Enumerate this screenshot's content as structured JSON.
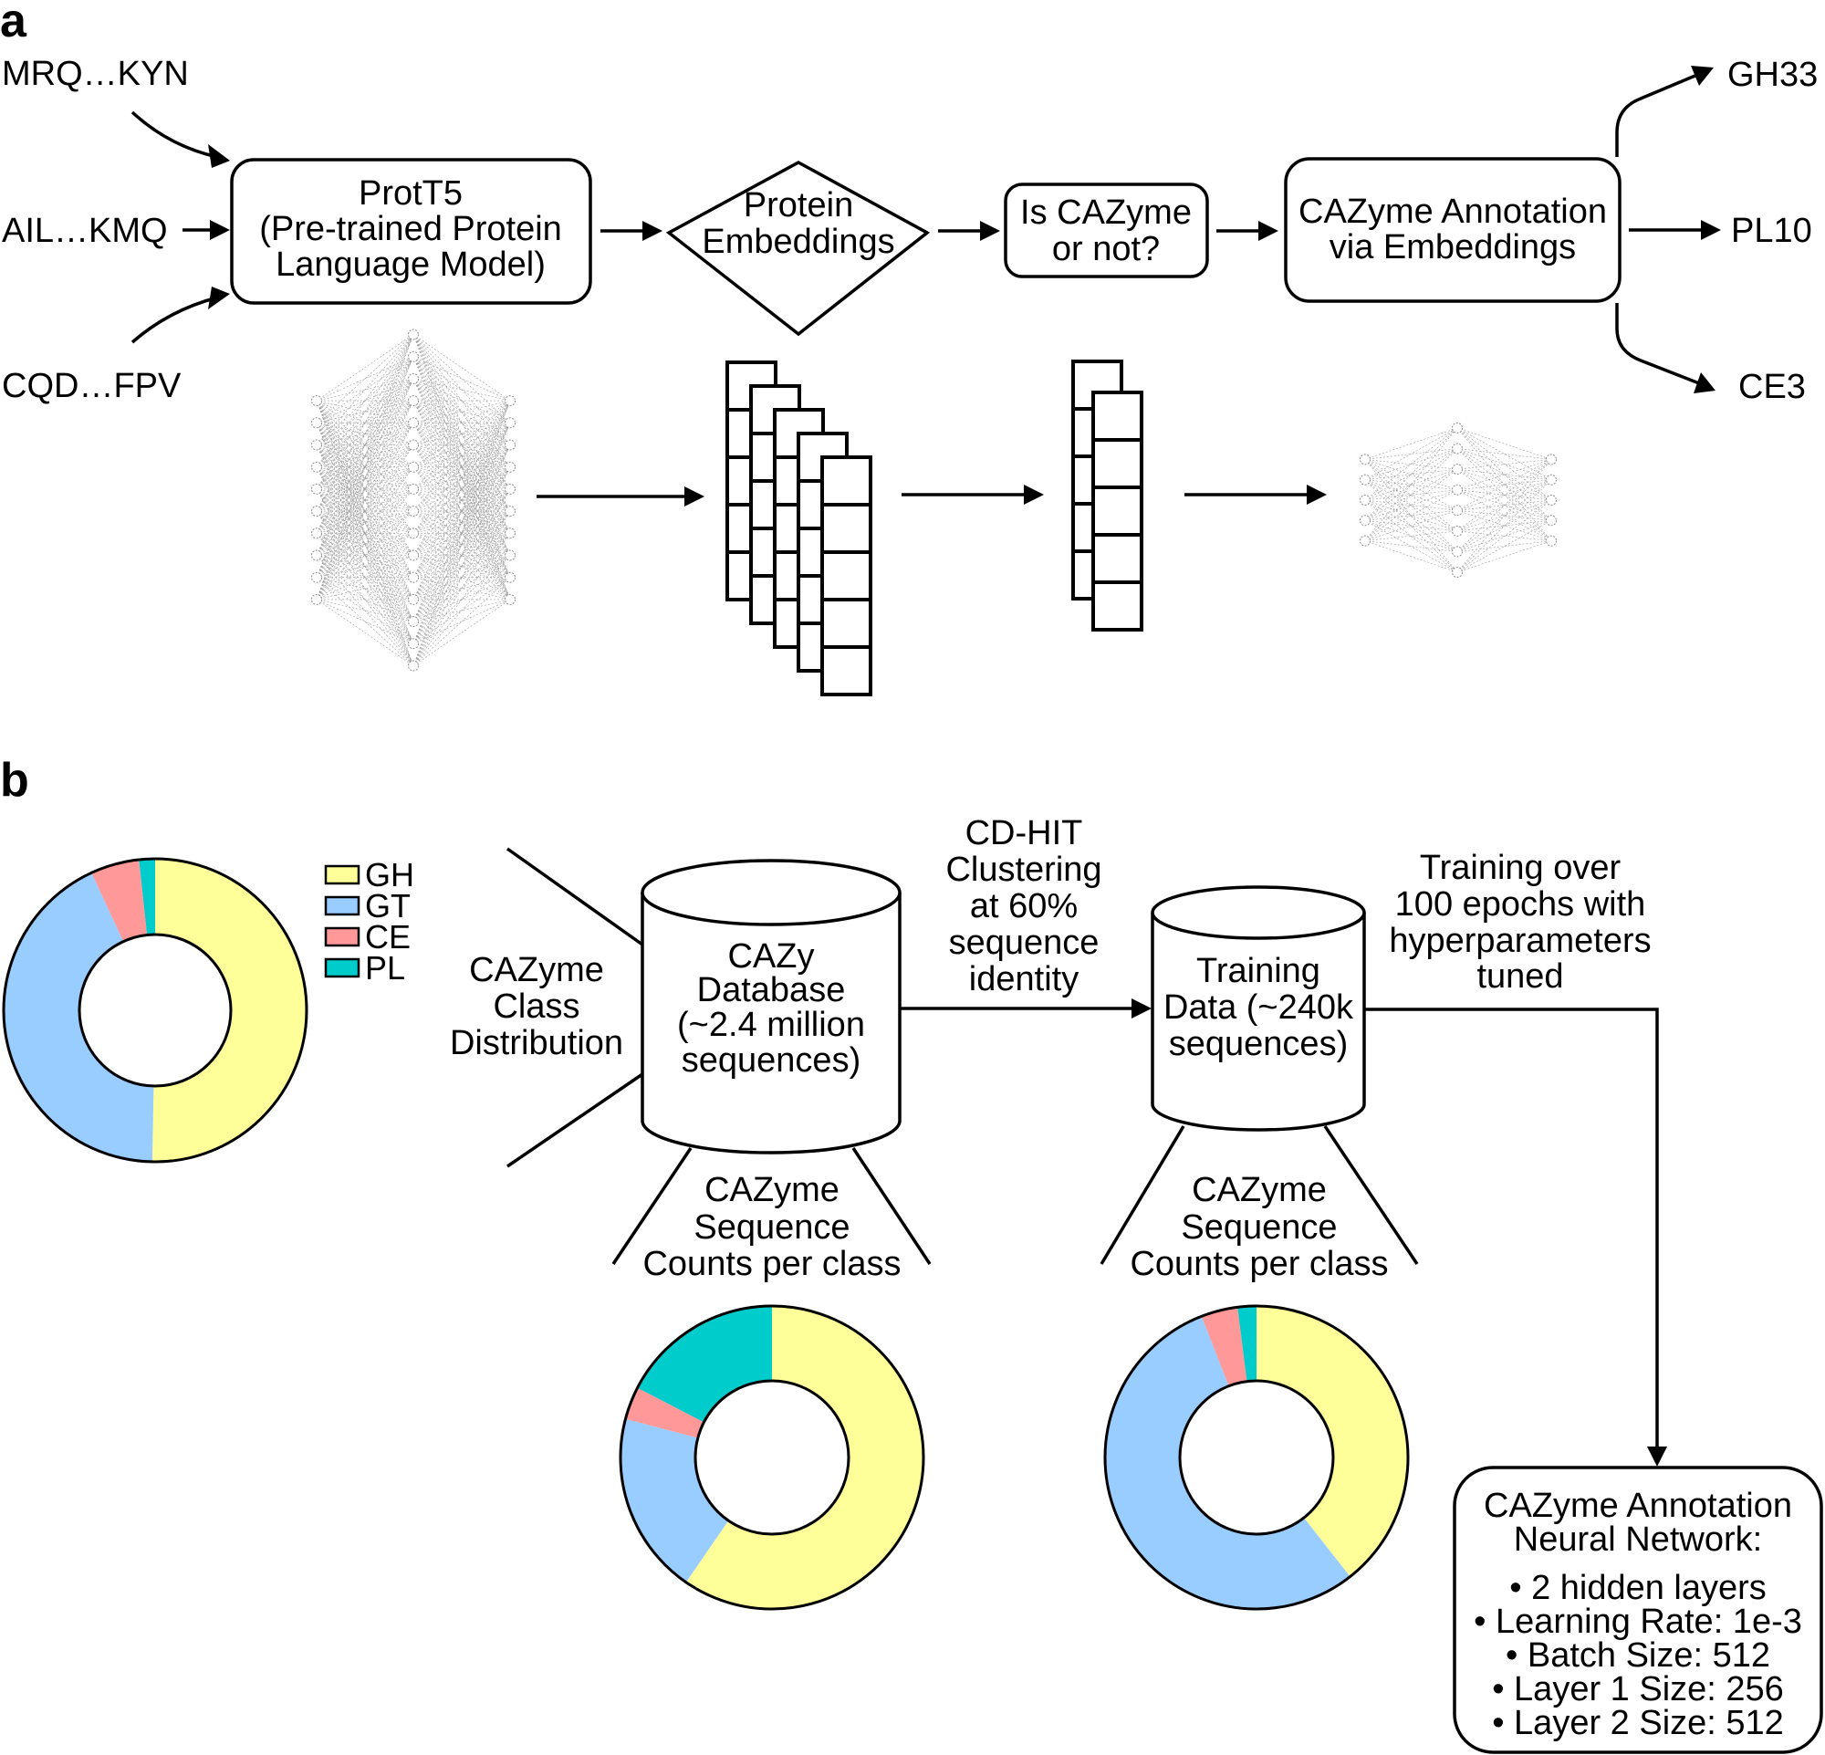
{
  "panel_a": {
    "label": "a",
    "inputs": [
      "MRQ…KYN",
      "AIL…KMQ",
      "CQD…FPV"
    ],
    "model_box": [
      "ProtT5",
      "(Pre-trained Protein",
      "Language Model)"
    ],
    "embeddings": [
      "Protein",
      "Embeddings"
    ],
    "classifier": [
      "Is CAZyme",
      "or not?"
    ],
    "annotation_box": [
      "CAZyme Annotation",
      "via Embeddings"
    ],
    "outputs": [
      "GH33",
      "PL10",
      "CE3"
    ],
    "illustration": {
      "large_network_layers": [
        10,
        16,
        10
      ],
      "embedding_stack": {
        "columns": 5,
        "cells_per_column": 5
      },
      "filtered_stack": {
        "columns": 2,
        "cells_per_column": 5
      },
      "small_network_layers": [
        5,
        8,
        5
      ]
    }
  },
  "panel_b": {
    "label": "b",
    "legend": [
      {
        "label": "GH",
        "color": "#ffff99"
      },
      {
        "label": "GT",
        "color": "#99ccff"
      },
      {
        "label": "CE",
        "color": "#ff9999"
      },
      {
        "label": "PL",
        "color": "#00cccc"
      }
    ],
    "class_distribution_label": [
      "CAZyme",
      "Class",
      "Distribution"
    ],
    "cazy_db": [
      "CAZy",
      "Database",
      "(~2.4 million",
      "sequences)"
    ],
    "clustering_label": [
      "CD-HIT",
      "Clustering",
      "at 60%",
      "sequence",
      "identity"
    ],
    "training_data": [
      "Training",
      "Data (~240k",
      "sequences)"
    ],
    "training_label": [
      "Training over",
      "100 epochs with",
      "hyperparameters",
      "tuned"
    ],
    "counts_label": [
      "CAZyme",
      "Sequence",
      "Counts per class"
    ],
    "nn_box": {
      "title": [
        "CAZyme Annotation",
        "Neural Network:"
      ],
      "bullets": [
        "2 hidden layers",
        "Learning Rate: 1e-3",
        "Batch Size: 512",
        "Layer 1 Size: 256",
        "Layer 2 Size: 512"
      ],
      "bullet_glyph": "•"
    }
  },
  "chart_data": [
    {
      "type": "pie",
      "title": "CAZyme Class Distribution",
      "categories": [
        "GH",
        "GT",
        "CE",
        "PL"
      ],
      "values": [
        50.3,
        42.8,
        5.2,
        1.7
      ],
      "unit": "percent (estimated)"
    },
    {
      "type": "pie",
      "title": "CAZyme Sequence Counts per class (CAZy Database)",
      "categories": [
        "GH",
        "GT",
        "CE",
        "PL"
      ],
      "values": [
        59.6,
        19.5,
        3.5,
        17.4
      ],
      "unit": "percent (estimated)"
    },
    {
      "type": "pie",
      "title": "CAZyme Sequence Counts per class (Training Data)",
      "categories": [
        "GH",
        "GT",
        "CE",
        "PL"
      ],
      "values": [
        39.4,
        54.7,
        3.9,
        2.0
      ],
      "unit": "percent (estimated)"
    }
  ]
}
